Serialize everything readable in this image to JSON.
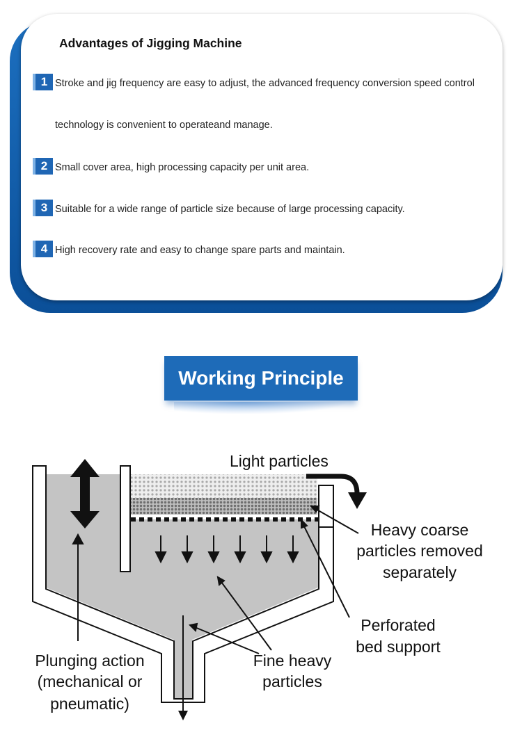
{
  "advantages": {
    "title": "Advantages of Jigging Machine",
    "items": [
      {
        "num": "1",
        "line1": "Stroke and jig frequency are easy to adjust, the advanced frequency conversion speed control",
        "line2": "technology is convenient to operateand manage."
      },
      {
        "num": "2",
        "line1": "Small cover area, high processing capacity per unit area."
      },
      {
        "num": "3",
        "line1": "Suitable for a wide range of particle size because of large processing capacity."
      },
      {
        "num": "4",
        "line1": "High recovery rate and easy to change spare parts and maintain."
      }
    ]
  },
  "working_principle": {
    "title": "Working Principle"
  },
  "diagram": {
    "labels": {
      "light": "Light particles",
      "heavy_1": "Heavy coarse",
      "heavy_2": "particles removed",
      "heavy_3": "separately",
      "perf_1": "Perforated",
      "perf_2": "bed support",
      "fine_1": "Fine heavy",
      "fine_2": "particles",
      "plunge_1": "Plunging action",
      "plunge_2": "(mechanical or",
      "plunge_3": "pneumatic)"
    },
    "colors": {
      "liquid": "#c4c4c4",
      "accent": "#1e6bb8"
    }
  }
}
